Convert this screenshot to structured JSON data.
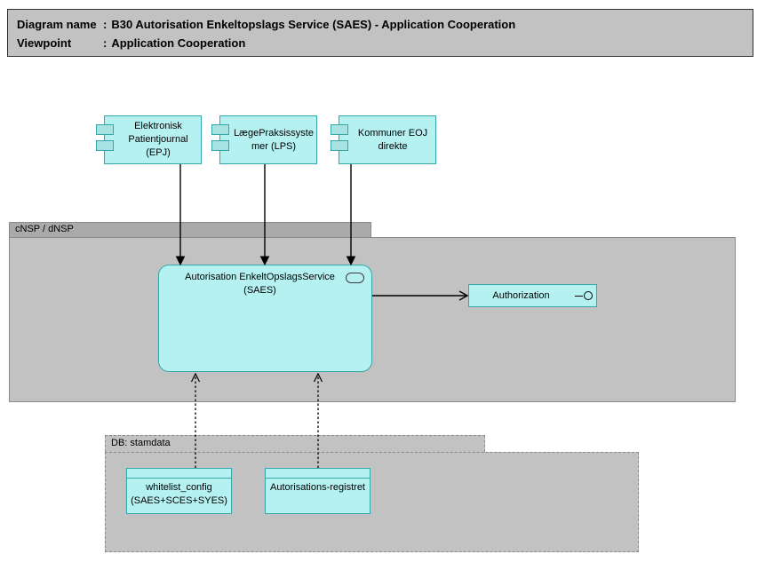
{
  "title_block": {
    "rows": [
      {
        "label": "Diagram name",
        "separator": ":",
        "value": "B30 Autorisation Enkeltopslags Service (SAES) - Application Cooperation"
      },
      {
        "label": "Viewpoint",
        "separator": ":",
        "value": "Application Cooperation"
      }
    ]
  },
  "groups": {
    "cnsp": {
      "label": "cNSP / dNSP"
    },
    "db": {
      "label": "DB: stamdata"
    }
  },
  "components": [
    {
      "label": "Elektronisk Patientjournal (EPJ)"
    },
    {
      "label": "LægePraksissystemer (LPS)"
    },
    {
      "label": "Kommuner EOJ direkte"
    }
  ],
  "services": {
    "saes": {
      "label": "Autorisation EnkeltOpslagsService (SAES)"
    },
    "authorization": {
      "label": "Authorization"
    }
  },
  "data_objects": [
    {
      "label": "whitelist_config (SAES+SCES+SYES)"
    },
    {
      "label": "Autorisations-registret"
    }
  ],
  "icons": {
    "component_icon": "uml-component-tabs",
    "service_icon": "rounded-oval",
    "interface_icon": "lollipop"
  },
  "connectors": [
    {
      "from": "Elektronisk Patientjournal (EPJ)",
      "to": "Autorisation EnkeltOpslagsService (SAES)",
      "line": "solid",
      "arrowhead": "filled-triangle"
    },
    {
      "from": "LægePraksissystemer (LPS)",
      "to": "Autorisation EnkeltOpslagsService (SAES)",
      "line": "solid",
      "arrowhead": "filled-triangle"
    },
    {
      "from": "Kommuner EOJ direkte",
      "to": "Autorisation EnkeltOpslagsService (SAES)",
      "line": "solid",
      "arrowhead": "filled-triangle"
    },
    {
      "from": "Autorisation EnkeltOpslagsService (SAES)",
      "to": "Authorization",
      "line": "solid",
      "arrowhead": "open"
    },
    {
      "from": "whitelist_config (SAES+SCES+SYES)",
      "to": "Autorisation EnkeltOpslagsService (SAES)",
      "line": "dashed",
      "arrowhead": "open"
    },
    {
      "from": "Autorisations-registret",
      "to": "Autorisation EnkeltOpslagsService (SAES)",
      "line": "dashed",
      "arrowhead": "open"
    }
  ],
  "colors": {
    "element_fill": "#b6f1f2",
    "element_border": "#35a7a9",
    "component_tab_fill": "#a9e2e3",
    "group_fill": "#c2c2c2",
    "group_tab_fill": "#aaaaaa",
    "group_border": "#8a8a8a",
    "title_fill": "#c2c2c2",
    "connector": "#000000",
    "background": "#ffffff"
  }
}
